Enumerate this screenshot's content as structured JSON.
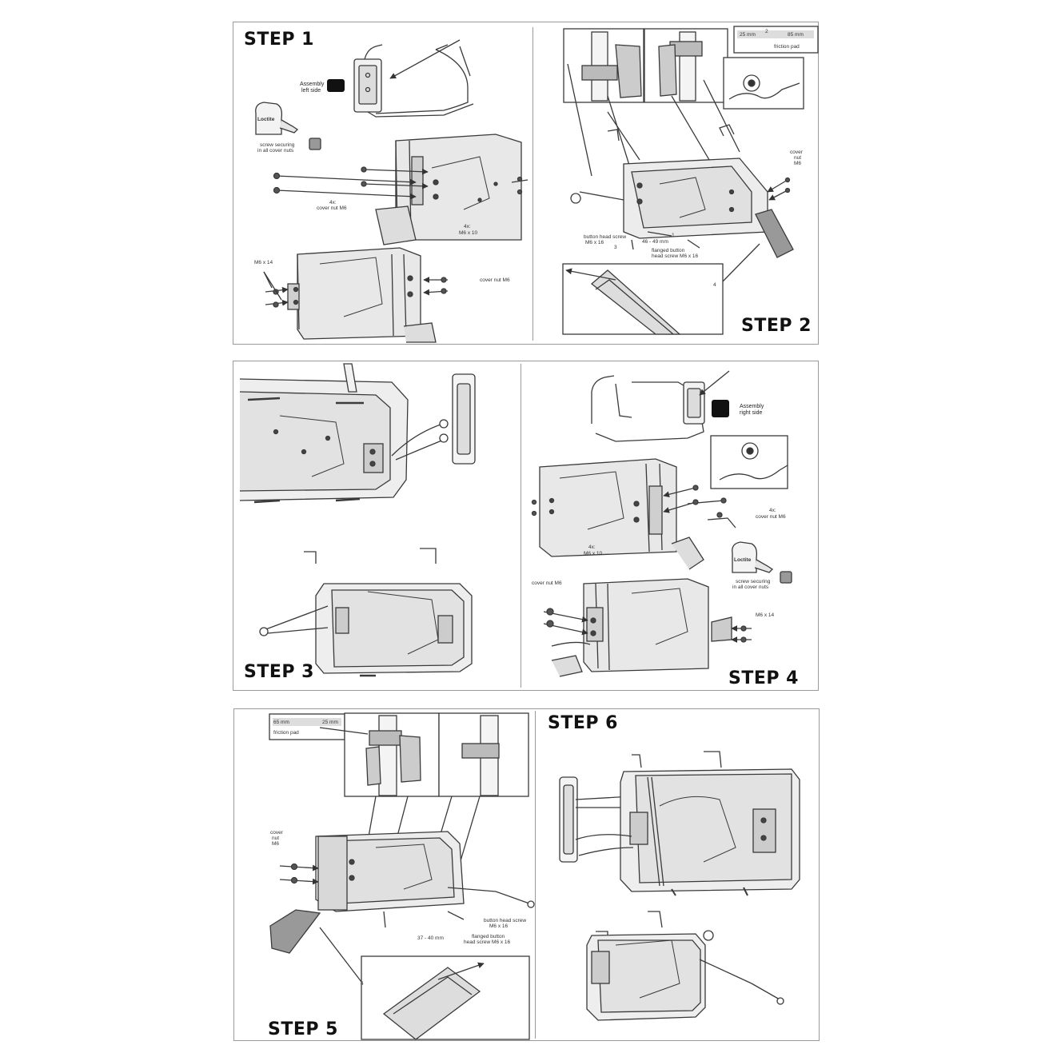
{
  "steps": {
    "s1": "STEP 1",
    "s2": "STEP 2",
    "s3": "STEP 3",
    "s4": "STEP 4",
    "s5": "STEP 5",
    "s6": "STEP 6"
  },
  "step1": {
    "assembly_left": [
      "Assembly",
      "left side"
    ],
    "loctite_brand": "Loctite",
    "loctite_note": [
      "screw securing",
      "in all cover nuts"
    ],
    "cover_nut_4x": [
      "4x:",
      "cover nut M6"
    ],
    "m6x10_4x": [
      "4x:",
      "M6 x 10"
    ],
    "m6x14": "M6 x 14",
    "cover_nut_m6": "cover nut M6"
  },
  "step2": {
    "pad_25": "25 mm",
    "pad_85": "85 mm",
    "pad_num": "2",
    "friction_pad": "friction pad",
    "cover_nut": [
      "cover",
      "nut",
      "M6"
    ],
    "button_head": [
      "button head screw",
      "M6 x 16"
    ],
    "range": "46 - 49 mm",
    "flanged": [
      "flanged button",
      "head screw M6 x 16"
    ],
    "n1": "1",
    "n3": "3",
    "n4": "4"
  },
  "step4": {
    "assembly_right": [
      "Assembly",
      "right side"
    ],
    "cover_nut_4x": [
      "4x:",
      "cover nut M6"
    ],
    "m6x10_4x": [
      "4x:",
      "M6 x 10"
    ],
    "loctite_brand": "Loctite",
    "loctite_note": [
      "screw securing",
      "in all cover nuts"
    ],
    "cover_nut_m6": "cover nut M6",
    "m6x14": "M6 x 14"
  },
  "step5": {
    "pad_65": "65 mm",
    "pad_25": "25 mm",
    "friction_pad": "friction pad",
    "cover_nut": [
      "cover",
      "nut",
      "M6"
    ],
    "button_head": [
      "button head screw",
      "M6 x 16"
    ],
    "range": "37 - 40 mm",
    "flanged": [
      "flanged button",
      "head screw M6 x 16"
    ],
    "n4": "4"
  },
  "colors": {
    "line": "#3a3a3a",
    "fill": "#e6e6e6",
    "frame": "#9a9a9a"
  }
}
